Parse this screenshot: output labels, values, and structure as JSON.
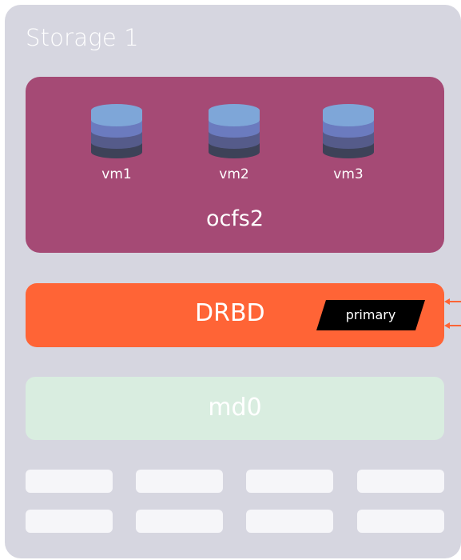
{
  "storage": {
    "title": "Storage 1"
  },
  "ocfs": {
    "label": "ocfs2",
    "vms": [
      {
        "label": "vm1",
        "icon": "database-icon"
      },
      {
        "label": "vm2",
        "icon": "database-icon"
      },
      {
        "label": "vm3",
        "icon": "database-icon"
      }
    ]
  },
  "drbd": {
    "label": "DRBD",
    "badge": "primary"
  },
  "md": {
    "label": "md0"
  },
  "colors": {
    "panel": "#d6d6e0",
    "ocfs": "#a54a75",
    "drbd": "#ff6436",
    "md": "#d9ede0",
    "disk": "#f6f6f9",
    "database_top": "#7ea6d8",
    "database_mid1": "#6b7bbf",
    "database_mid2": "#555b8a",
    "database_bottom": "#3d4258"
  }
}
